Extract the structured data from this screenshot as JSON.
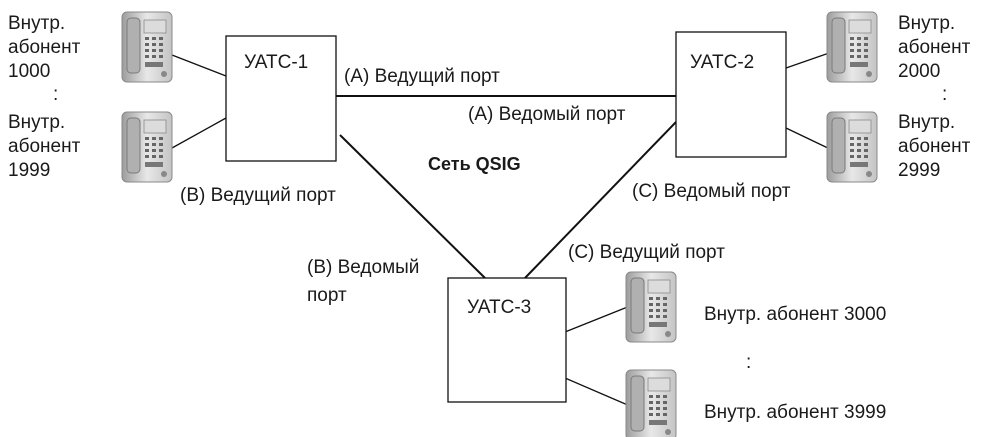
{
  "network_label": "Сеть QSIG",
  "pbx": [
    {
      "name": "УАТС-1"
    },
    {
      "name": "УАТС-2"
    },
    {
      "name": "УАТС-3"
    }
  ],
  "ports": {
    "a_master": "(A) Ведущий порт",
    "a_slave": "(A) Ведомый порт",
    "b_master": "(B) Ведущий порт",
    "b_slave_1": "(B) Ведомый",
    "b_slave_2": "порт",
    "c_master": "(C) Ведущий порт",
    "c_slave": "(C) Ведомый порт"
  },
  "extensions": {
    "pbx1_first": [
      "Внутр.",
      "абонент",
      "1000"
    ],
    "pbx1_last": [
      "Внутр.",
      "абонент",
      "1999"
    ],
    "pbx2_first": [
      "Внутр.",
      "абонент",
      "2000"
    ],
    "pbx2_last": [
      "Внутр.",
      "абонент",
      "2999"
    ],
    "pbx3_first": "Внутр. абонент 3000",
    "pbx3_last": "Внутр. абонент 3999",
    "ellipsis": ":"
  }
}
